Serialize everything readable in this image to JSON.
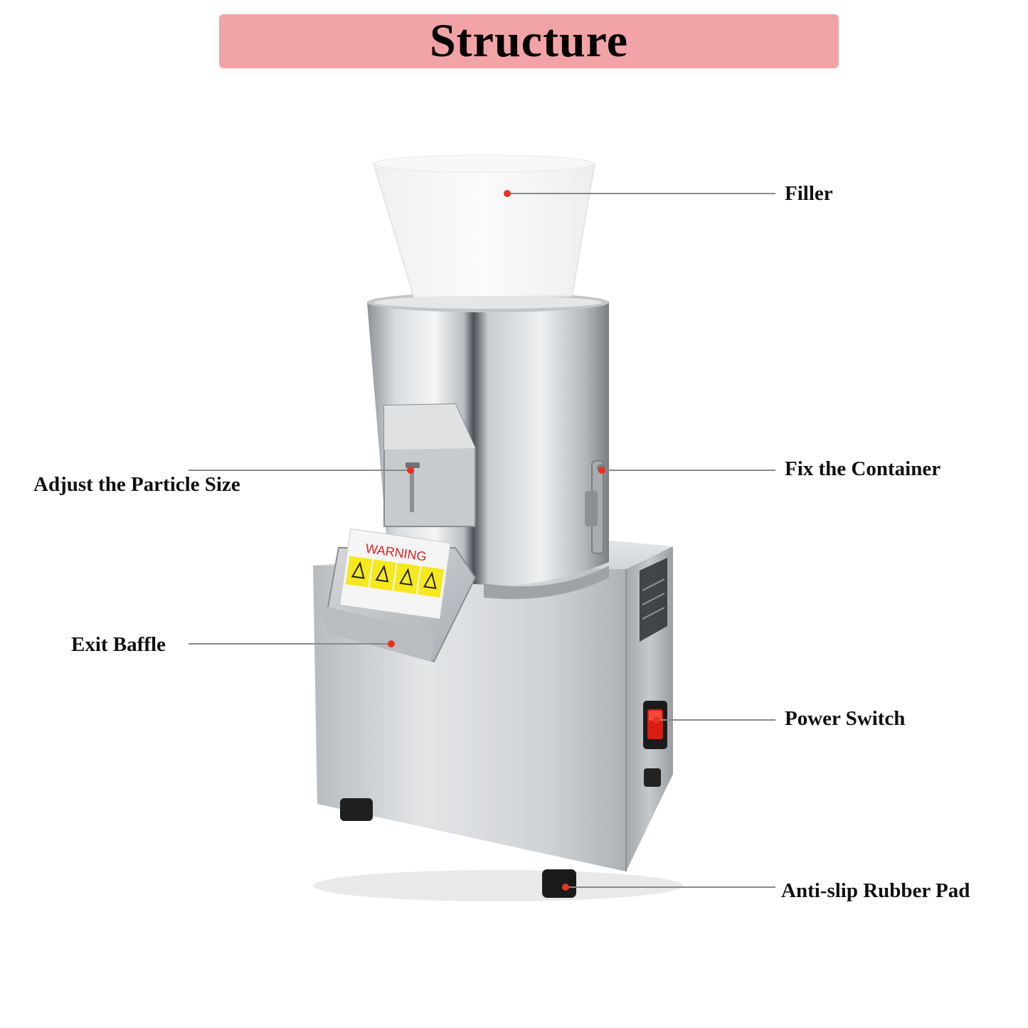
{
  "title": "Structure",
  "labels": {
    "filler": "Filler",
    "fix_container": "Fix the Container",
    "adjust_particle": "Adjust the Particle Size",
    "exit_baffle": "Exit Baffle",
    "power_switch": "Power Switch",
    "rubber_pad": "Anti-slip Rubber Pad"
  },
  "warning_text": "WARNING",
  "colors": {
    "banner": "#f2a3a6",
    "callout_dot": "#e8321e",
    "callout_line": "#8a8a8a",
    "switch": "#d81e12",
    "warning_label": "#f5e81e"
  }
}
